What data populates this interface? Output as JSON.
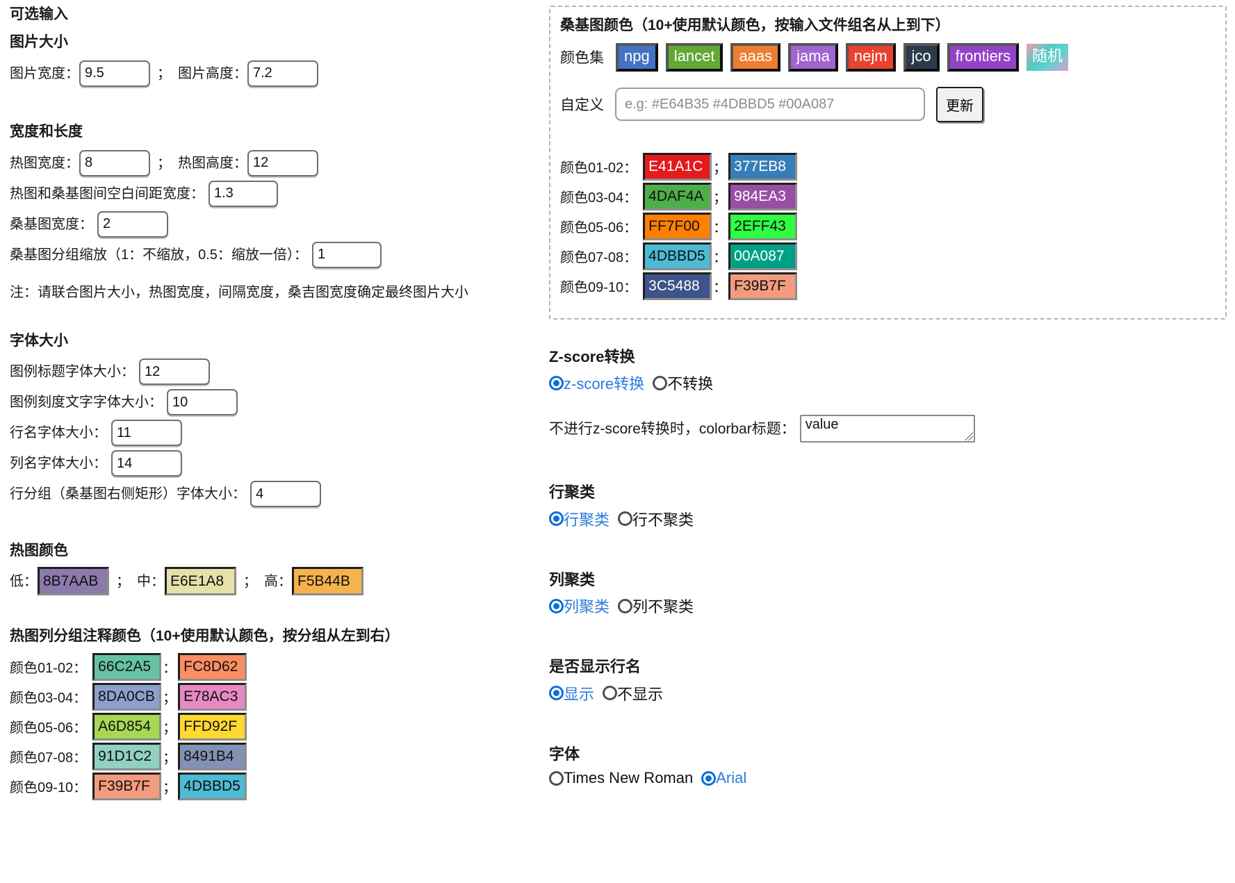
{
  "left": {
    "title": "可选输入",
    "image_size": {
      "heading": "图片大小",
      "width_label": "图片宽度：",
      "width_value": "9.5",
      "sep": "；",
      "height_label": "图片高度：",
      "height_value": "7.2"
    },
    "dimensions": {
      "heading": "宽度和长度",
      "hm_width_label": "热图宽度：",
      "hm_width_value": "8",
      "sep": "；",
      "hm_height_label": "热图高度：",
      "hm_height_value": "12",
      "gap_label": "热图和桑基图间空白间距宽度：",
      "gap_value": "1.3",
      "sankey_width_label": "桑基图宽度：",
      "sankey_width_value": "2",
      "scale_label": "桑基图分组缩放（1：不缩放，0.5：缩放一倍）：",
      "scale_value": "1",
      "note": "注：请联合图片大小，热图宽度，间隔宽度，桑吉图宽度确定最终图片大小"
    },
    "font_size": {
      "heading": "字体大小",
      "rows": [
        {
          "label": "图例标题字体大小：",
          "value": "12"
        },
        {
          "label": "图例刻度文字字体大小：",
          "value": "10"
        },
        {
          "label": "行名字体大小：",
          "value": "11"
        },
        {
          "label": "列名字体大小：",
          "value": "14"
        },
        {
          "label": "行分组（桑基图右侧矩形）字体大小：",
          "value": "4"
        }
      ]
    },
    "heatmap_colors": {
      "heading": "热图颜色",
      "low_label": "低：",
      "low_value": "8B7AAB",
      "low_hex": "#8B7AAB",
      "sep1": "；",
      "mid_label": "中：",
      "mid_value": "E6E1A8",
      "mid_hex": "#E6E1A8",
      "sep2": "；",
      "high_label": "高：",
      "high_value": "F5B44B",
      "high_hex": "#F5B44B"
    },
    "col_group_colors": {
      "heading": "热图列分组注释颜色（10+使用默认颜色，按分组从左到右）",
      "rows": [
        {
          "label": "颜色01-02：",
          "c1": "66C2A5",
          "hex1": "#66C2A5",
          "fg1": "#111111",
          "sep": "：",
          "c2": "FC8D62",
          "hex2": "#FC8D62",
          "fg2": "#111111"
        },
        {
          "label": "颜色03-04：",
          "c1": "8DA0CB",
          "hex1": "#8DA0CB",
          "fg1": "#111111",
          "sep": "；",
          "c2": "E78AC3",
          "hex2": "#E78AC3",
          "fg2": "#111111"
        },
        {
          "label": "颜色05-06：",
          "c1": "A6D854",
          "hex1": "#A6D854",
          "fg1": "#111111",
          "sep": "；",
          "c2": "FFD92F",
          "hex2": "#FFD92F",
          "fg2": "#111111"
        },
        {
          "label": "颜色07-08：",
          "c1": "91D1C2",
          "hex1": "#91D1C2",
          "fg1": "#111111",
          "sep": "；",
          "c2": "8491B4",
          "hex2": "#8491B4",
          "fg2": "#111111"
        },
        {
          "label": "颜色09-10：",
          "c1": "F39B7F",
          "hex1": "#F39B7F",
          "fg1": "#111111",
          "sep": "；",
          "c2": "4DBBD5",
          "hex2": "#4DBBD5",
          "fg2": "#111111"
        }
      ]
    }
  },
  "right": {
    "sankey_colors": {
      "heading": "桑基图颜色（10+使用默认颜色，按输入文件组名从上到下）",
      "palette_label": "颜色集",
      "palettes": [
        {
          "label": "npg",
          "bg": "#4472C4"
        },
        {
          "label": "lancet",
          "bg": "#61A835"
        },
        {
          "label": "aaas",
          "bg": "#ED7D31"
        },
        {
          "label": "jama",
          "bg": "#A164D0"
        },
        {
          "label": "nejm",
          "bg": "#E8432F"
        },
        {
          "label": "jco",
          "bg": "#2C3B4C"
        },
        {
          "label": "frontiers",
          "bg": "#9343C8"
        }
      ],
      "random_label": "随机",
      "random_bg": "linear-gradient(135deg,#ee9eb6 0%,#55c9c1 38%,#5ed0ce 62%,#dd9fcd 100%)",
      "custom_label": "自定义",
      "custom_placeholder": "e.g: #E64B35 #4DBBD5 #00A087",
      "update_button": "更新",
      "rows": [
        {
          "label": "颜色01-02：",
          "c1": "E41A1C",
          "hex1": "#E41A1C",
          "fg1": "#ffffff",
          "sep": "；",
          "c2": "377EB8",
          "hex2": "#377EB8",
          "fg2": "#ffffff"
        },
        {
          "label": "颜色03-04：",
          "c1": "4DAF4A",
          "hex1": "#4DAF4A",
          "fg1": "#111111",
          "sep": "；",
          "c2": "984EA3",
          "hex2": "#984EA3",
          "fg2": "#ffffff"
        },
        {
          "label": "颜色05-06：",
          "c1": "FF7F00",
          "hex1": "#FF7F00",
          "fg1": "#111111",
          "sep": "：",
          "c2": "2EFF43",
          "hex2": "#2EFF43",
          "fg2": "#111111"
        },
        {
          "label": "颜色07-08：",
          "c1": "4DBBD5",
          "hex1": "#4DBBD5",
          "fg1": "#111111",
          "sep": "：",
          "c2": "00A087",
          "hex2": "#00A087",
          "fg2": "#ffffff"
        },
        {
          "label": "颜色09-10：",
          "c1": "3C5488",
          "hex1": "#3C5488",
          "fg1": "#ffffff",
          "sep": "：",
          "c2": "F39B7F",
          "hex2": "#F39B7F",
          "fg2": "#111111"
        }
      ]
    },
    "zscore": {
      "heading": "Z-score转换",
      "opt_on": "z-score转换",
      "opt_off": "不转换",
      "colorbar_label": "不进行z-score转换时，colorbar标题：",
      "colorbar_value": "value"
    },
    "row_cluster": {
      "heading": "行聚类",
      "opt_on": "行聚类",
      "opt_off": "行不聚类"
    },
    "col_cluster": {
      "heading": "列聚类",
      "opt_on": "列聚类",
      "opt_off": "列不聚类"
    },
    "show_rownames": {
      "heading": "是否显示行名",
      "opt_on": "显示",
      "opt_off": "不显示"
    },
    "font": {
      "heading": "字体",
      "opt_times": "Times New Roman",
      "opt_arial": "Arial"
    }
  },
  "colors": {
    "accent_blue": "#0b6fd4",
    "link_blue": "#2a7ade"
  }
}
